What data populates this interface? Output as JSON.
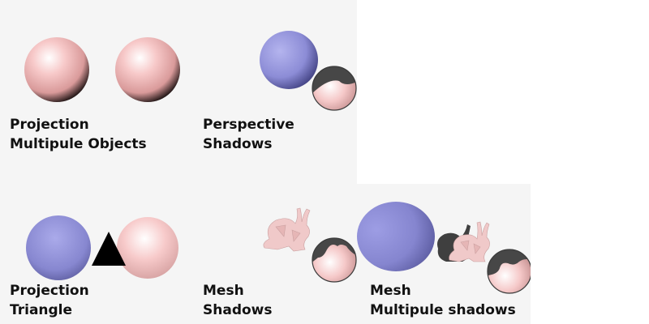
{
  "panels": [
    {
      "line1": "Projection",
      "line2": "Multipule Objects"
    },
    {
      "line1": "Perspective",
      "line2": "Shadows"
    },
    {
      "line1": "Projection",
      "line2": "Triangle"
    },
    {
      "line1": "Mesh",
      "line2": "Shadows"
    },
    {
      "line1": "Mesh",
      "line2": "Multipule shadows"
    }
  ],
  "colors": {
    "background": "#f5f5f5",
    "pink_sphere": "#f2b8b8",
    "blue_sphere": "#8f8fd9",
    "shadow": "#444444",
    "triangle": "#000000"
  }
}
